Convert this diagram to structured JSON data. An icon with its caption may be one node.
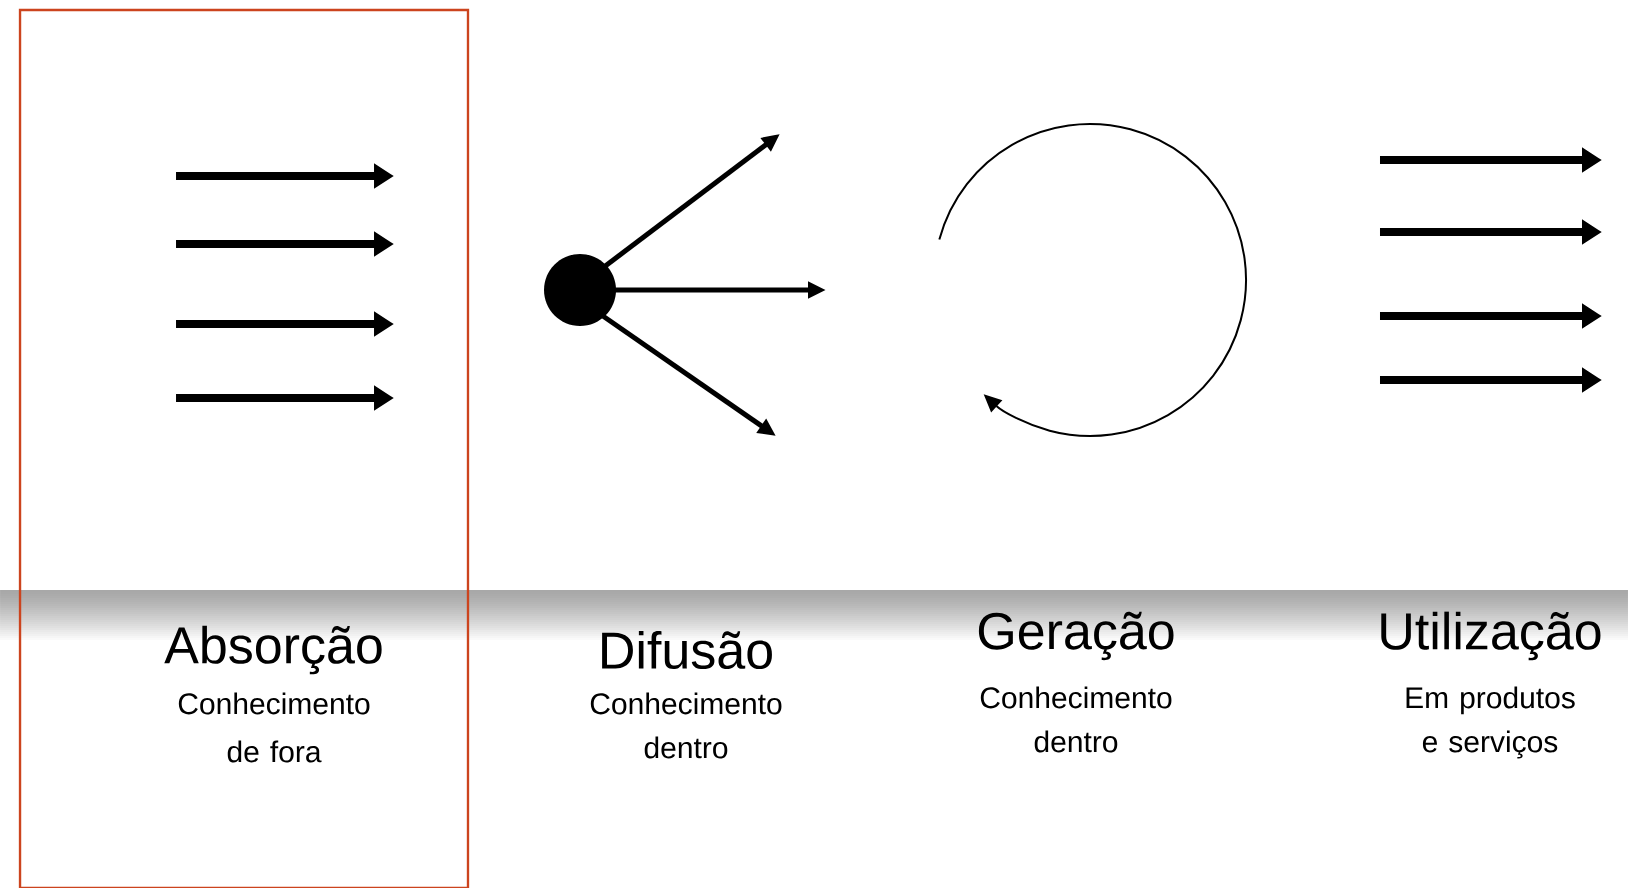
{
  "diagram": {
    "nodes": [
      {
        "text": [
          "Absorção",
          "Conhecimento de fora"
        ]
      }
    ],
    "labels": [
      "Difusão",
      "Conhecimento dentro",
      "Geração",
      "Conhecimento dentro",
      "Utilização",
      "Em produtos e serviços"
    ]
  }
}
